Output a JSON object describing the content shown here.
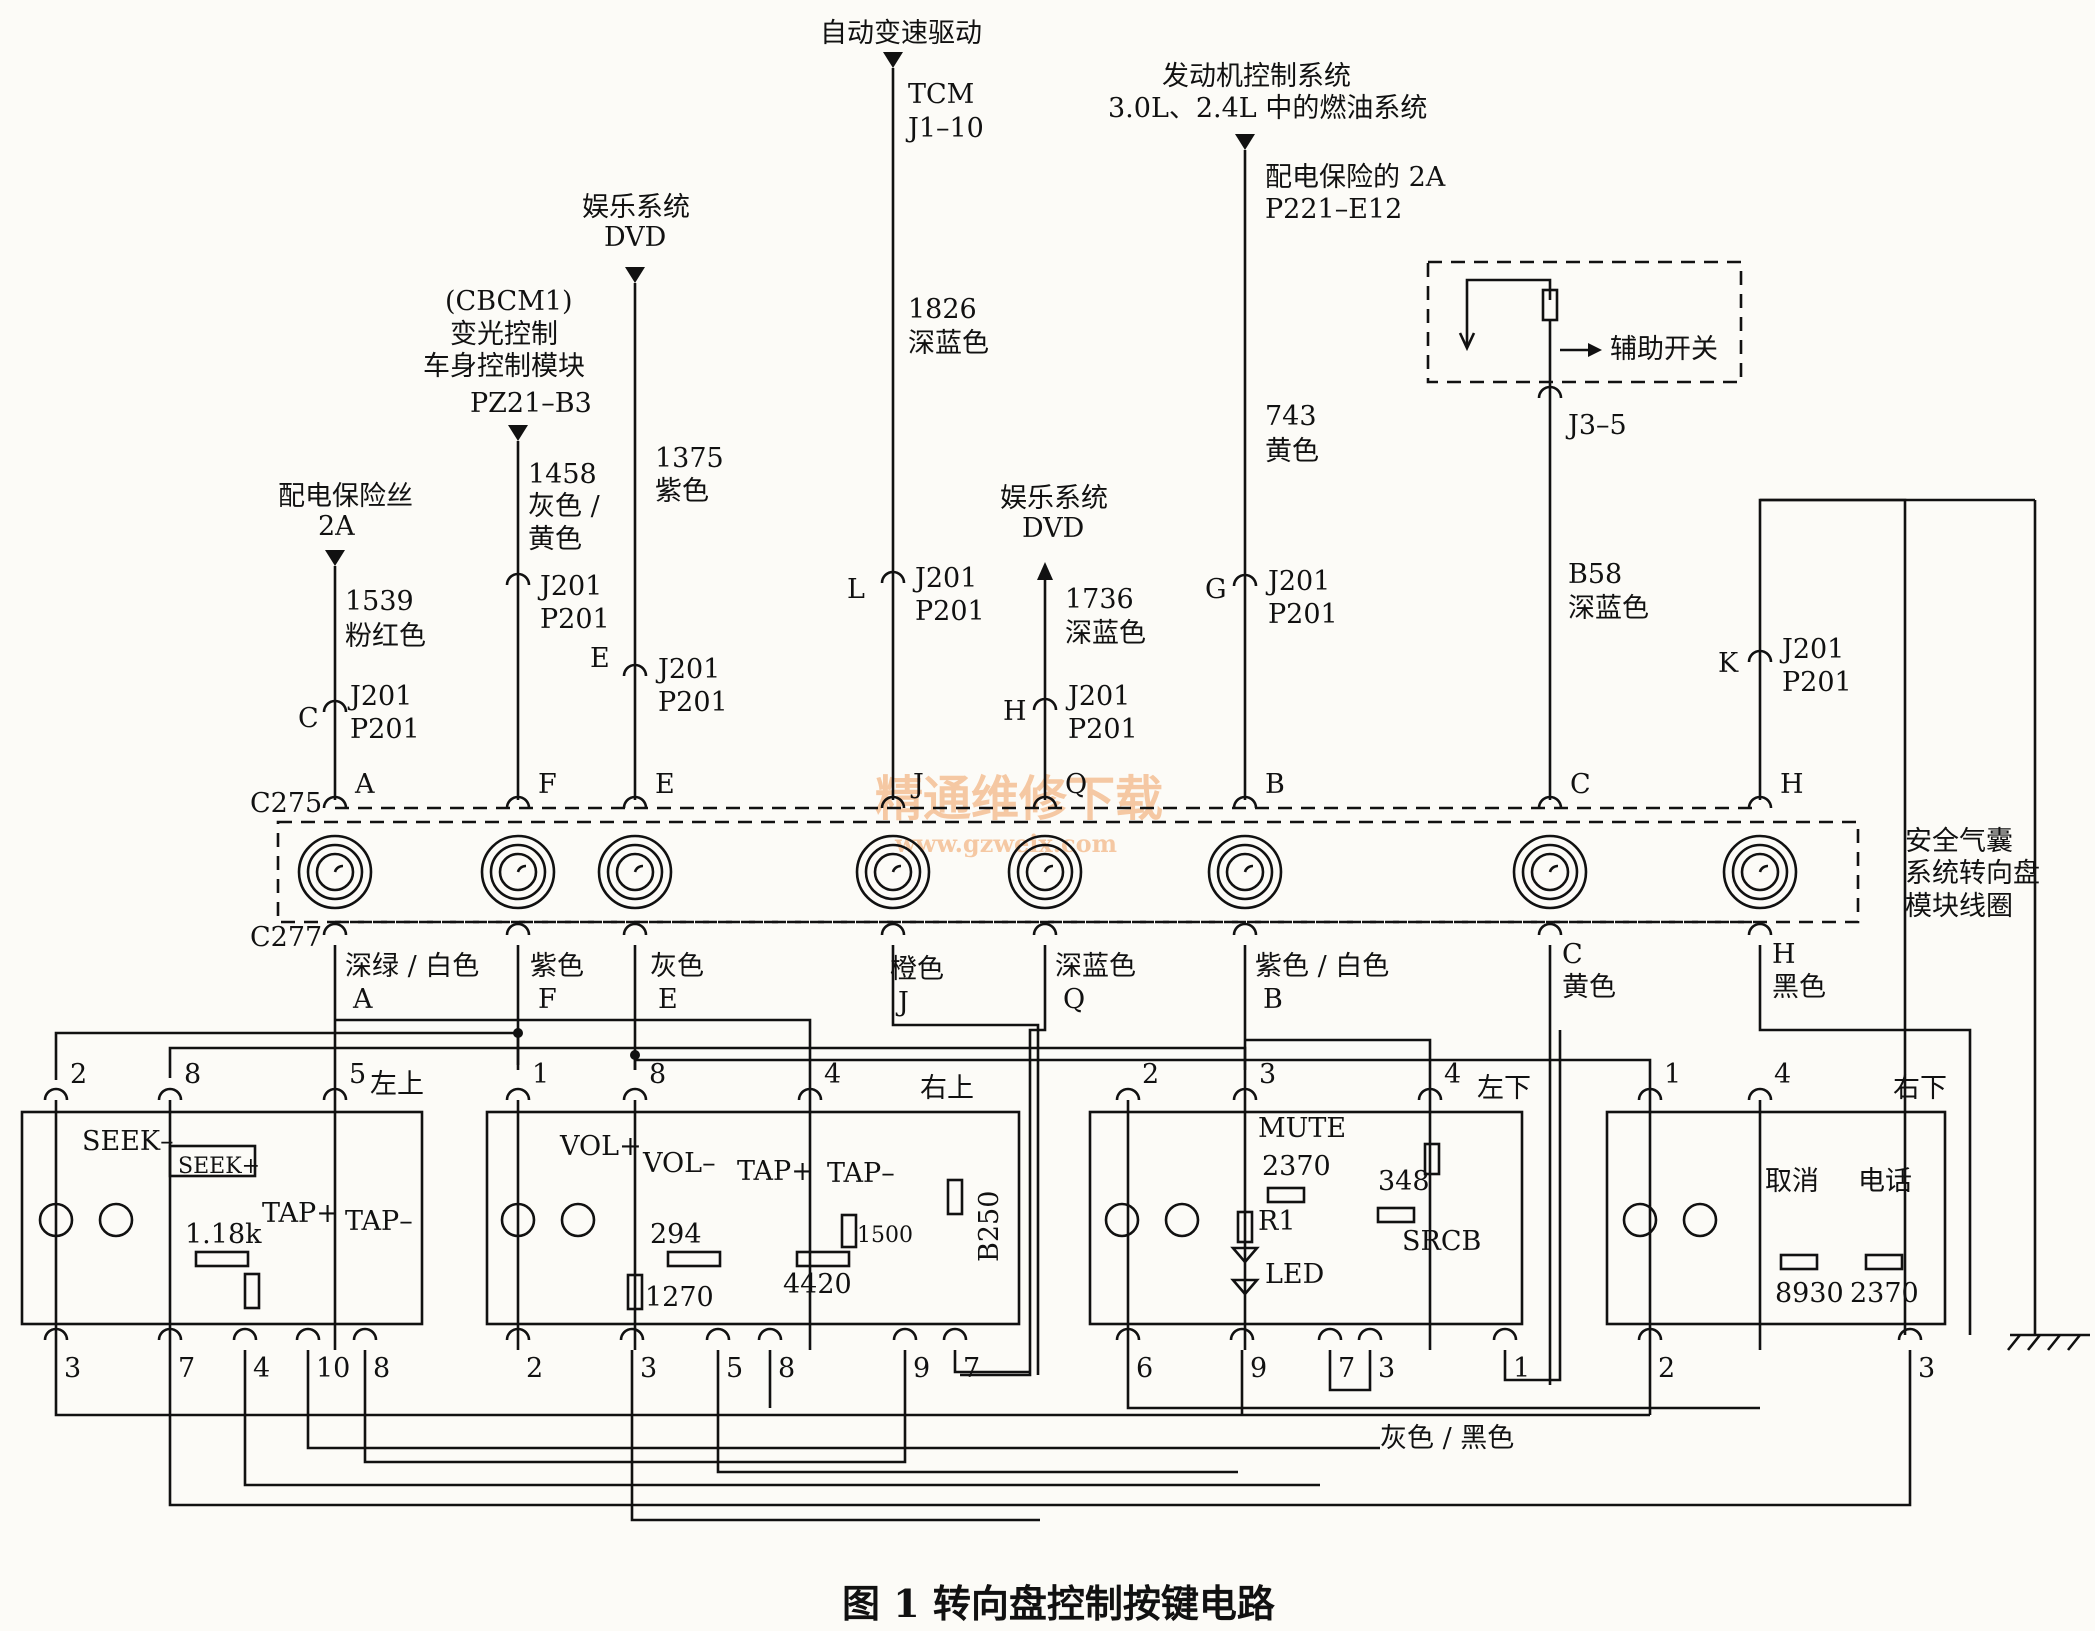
{
  "figure_caption": "图 1 转向盘控制按键电路",
  "watermark": {
    "cn": "精通维修下载",
    "url": "www.gzweix.com"
  },
  "clockspring_label": [
    "安全气囊",
    "系统转向盘",
    "模块线圈"
  ],
  "connector_labels": {
    "top": "C275",
    "bottom": "C277"
  },
  "top_sources": [
    {
      "lines": [
        "配电保险丝",
        "2A"
      ]
    },
    {
      "lines": [
        "(CBCM1)",
        "变光控制",
        "车身控制模块",
        "PZ21–B3"
      ]
    },
    {
      "lines": [
        "娱乐系统",
        "DVD"
      ]
    },
    {
      "lines": [
        "自动变速驱动"
      ]
    },
    {
      "lines": [
        "娱乐系统",
        "DVD"
      ]
    },
    {
      "lines": [
        "发动机控制系统",
        "3.0L、2.4L 中的燃油系统"
      ]
    }
  ],
  "wire_texts": {
    "w1539": [
      "1539",
      "粉红色"
    ],
    "w1458": [
      "1458",
      "灰色 /",
      "黄色"
    ],
    "w1375": [
      "1375",
      "紫色"
    ],
    "tcm": [
      "TCM",
      "J1–10"
    ],
    "w1826": [
      "1826",
      "深蓝色"
    ],
    "w1736": [
      "1736",
      "深蓝色"
    ],
    "fuse2a": [
      "配电保险的 2A",
      "P221–E12"
    ],
    "w743": [
      "743",
      "黄色"
    ],
    "aux": "辅助开关",
    "j35": "J3–5",
    "b58": [
      "B58",
      "深蓝色"
    ],
    "j201": "J201",
    "p201": "P201"
  },
  "inline_pins": [
    "C",
    "E",
    "L",
    "H",
    "G",
    "K"
  ],
  "pin_letters_top": [
    "A",
    "F",
    "E",
    "J",
    "Q",
    "B",
    "C",
    "H"
  ],
  "bottom_wires": [
    {
      "color": "深绿 / 白色",
      "pin": "A"
    },
    {
      "color": "紫色",
      "pin": "F"
    },
    {
      "color": "灰色",
      "pin": "E"
    },
    {
      "color": "橙色",
      "pin": "J"
    },
    {
      "color": "深蓝色",
      "pin": "Q"
    },
    {
      "color": "紫色 / 白色",
      "pin": "B"
    },
    {
      "color": "黄色",
      "pin": "C"
    },
    {
      "color": "黑色",
      "pin": "H"
    }
  ],
  "modules": {
    "upper_left": {
      "title": "左上",
      "top_pins": [
        "2",
        "8",
        "5"
      ],
      "bottom_pins": [
        "3",
        "7",
        "4",
        "10",
        "8"
      ],
      "labels": [
        "SEEK–",
        "SEEK+",
        "1.18k",
        "TAP+",
        "TAP–"
      ]
    },
    "upper_right": {
      "title": "右上",
      "top_pins": [
        "1",
        "8",
        "4"
      ],
      "bottom_pins": [
        "2",
        "3",
        "5",
        "8",
        "9",
        "7"
      ],
      "labels": [
        "VOL+",
        "VOL–",
        "294",
        "1270",
        "TAP+",
        "TAP–",
        "1500",
        "4420",
        "B250"
      ]
    },
    "lower_left": {
      "title": "左下",
      "top_pins": [
        "2",
        "3",
        "4"
      ],
      "bottom_pins": [
        "6",
        "9",
        "7",
        "3",
        "1"
      ],
      "labels": [
        "MUTE",
        "2370",
        "R1",
        "LED",
        "348",
        "SRCB"
      ]
    },
    "lower_right": {
      "title": "右下",
      "top_pins": [
        "1",
        "4"
      ],
      "bottom_pins": [
        "2",
        "3"
      ],
      "labels": [
        "取消",
        "电话",
        "8930",
        "2370"
      ]
    }
  },
  "gray_black": "灰色 / 黑色"
}
